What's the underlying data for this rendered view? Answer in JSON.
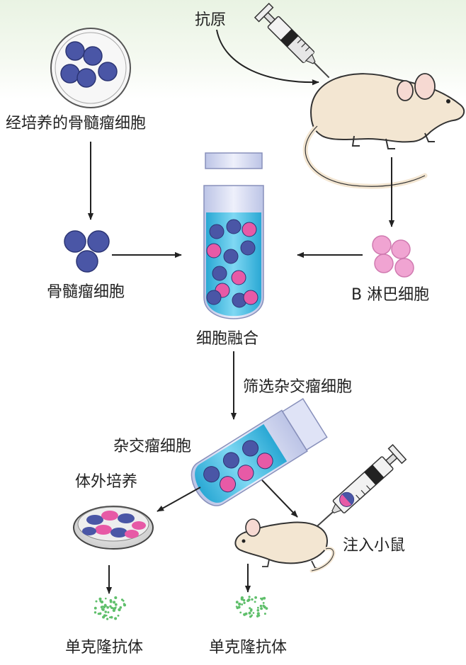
{
  "labels": {
    "antigen": "抗原",
    "cultured_myeloma": "经培养的骨髓瘤细胞",
    "myeloma": "骨髓瘤细胞",
    "b_lymphocyte": "B 淋巴细胞",
    "cell_fusion": "细胞融合",
    "screen_hybridoma": "筛选杂交瘤细胞",
    "hybridoma": "杂交瘤细胞",
    "in_vitro_culture": "体外培养",
    "inject_mouse": "注入小鼠",
    "antibody_left": "单克隆抗体",
    "antibody_right": "单克隆抗体"
  },
  "colors": {
    "myeloma_cell": "#4a56a6",
    "b_cell": "#f0a4d2",
    "hybrid_pink": "#e75aa6",
    "tube_liquid": "#3bbbe0",
    "mouse_fur": "#f3e6d2",
    "antibody": "#5fbf6b"
  }
}
